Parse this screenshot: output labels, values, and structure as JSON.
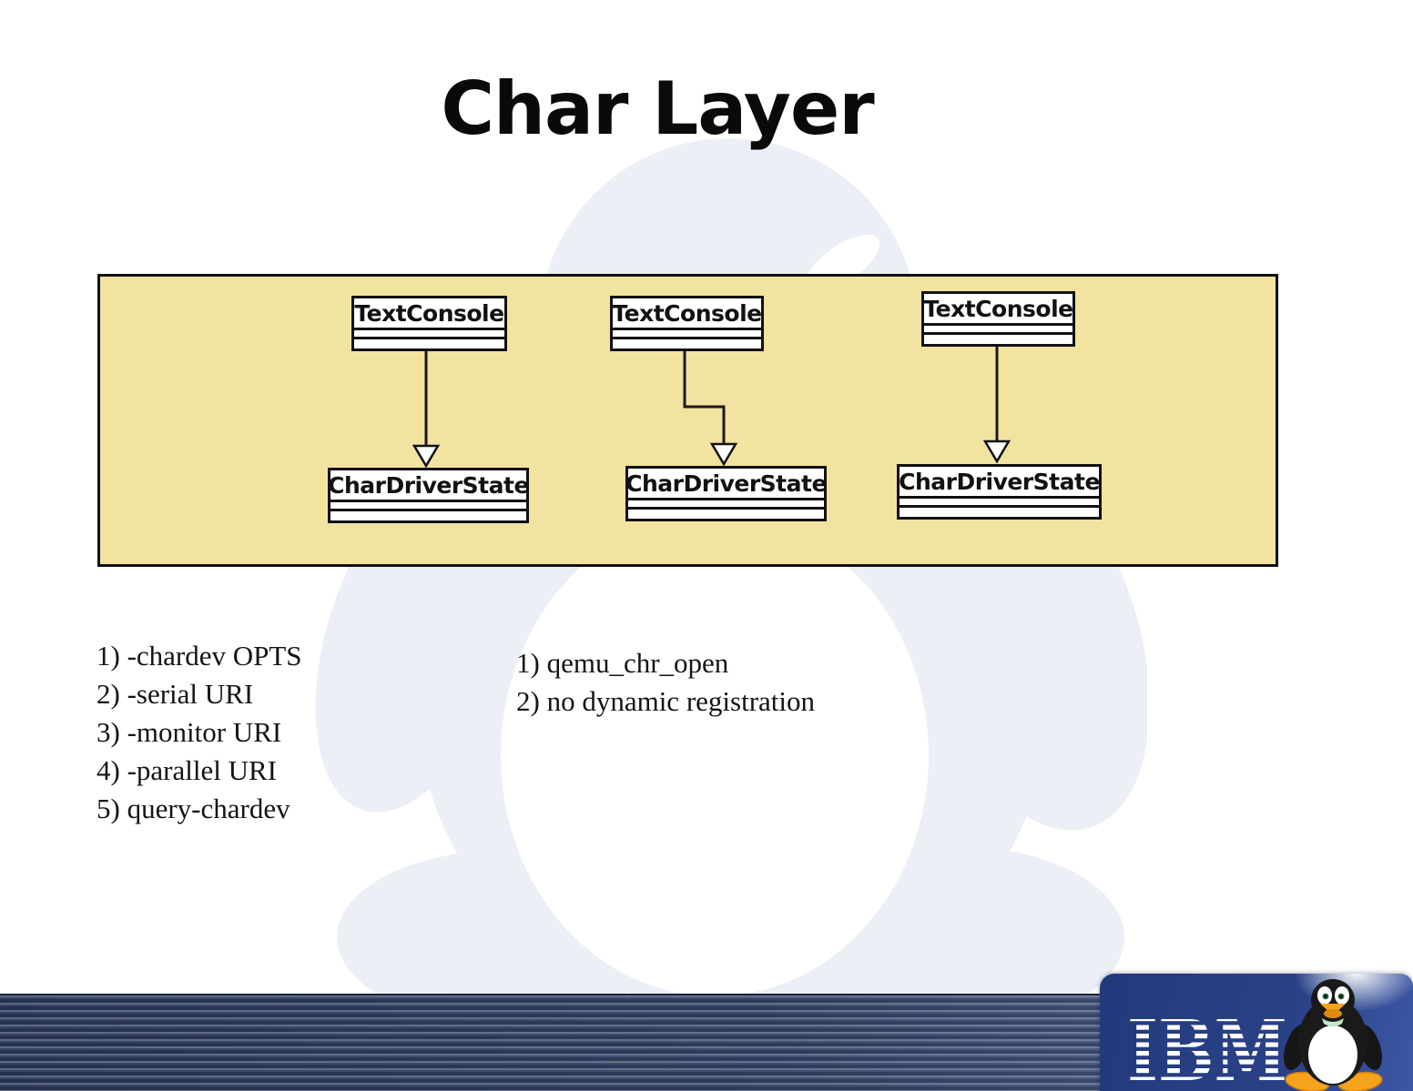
{
  "title": "Char Layer",
  "diagram": {
    "background_color": "#f2e3a1",
    "pairs": [
      {
        "top": "TextConsole",
        "bottom": "CharDriverState"
      },
      {
        "top": "TextConsole",
        "bottom": "CharDriverState"
      },
      {
        "top": "TextConsole",
        "bottom": "CharDriverState"
      }
    ]
  },
  "notes_left": {
    "items": [
      "1) -chardev OPTS",
      "2) -serial URI",
      "3) -monitor URI",
      "4) -parallel URI",
      "5) query-chardev"
    ]
  },
  "notes_right": {
    "items": [
      "1) qemu_chr_open",
      "2) no dynamic registration"
    ]
  },
  "footer": {
    "brand": "IBM",
    "bar_navy": "#3a4a6e",
    "card_blue": "#2b4187",
    "tux_orange": "#f6a21c"
  },
  "icons": {
    "footer_mascot": "tux-penguin-icon",
    "background_watermark": "tux-penguin-watermark"
  }
}
